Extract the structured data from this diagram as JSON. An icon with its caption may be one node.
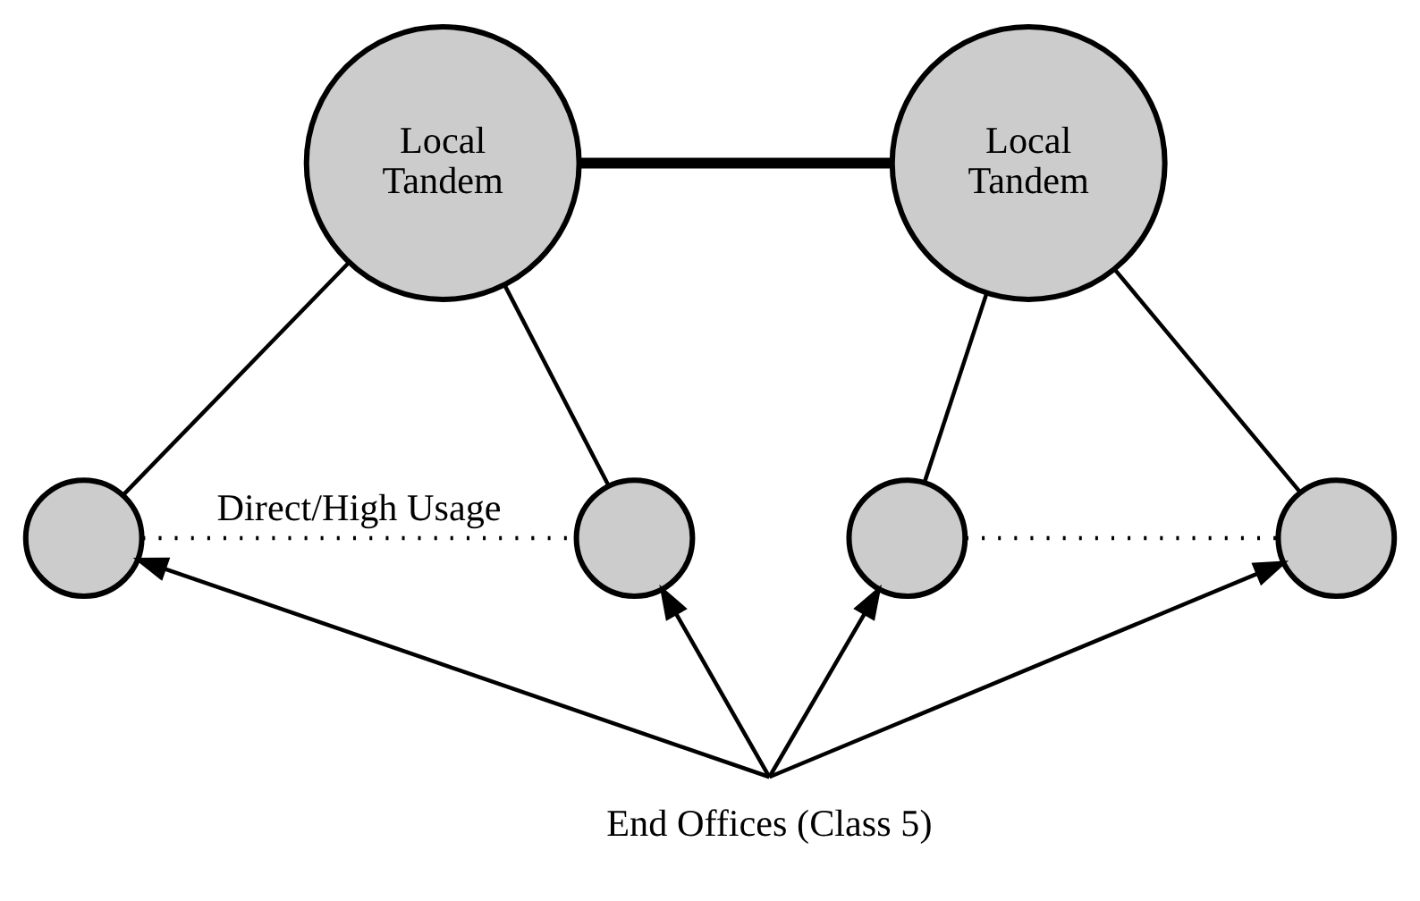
{
  "diagram": {
    "nodes": [
      {
        "text": [
          "Local Tandem"
        ]
      },
      {
        "text": [
          "Local Tandem"
        ]
      },
      {
        "text": [],
        "shape": "circle"
      },
      {
        "text": [],
        "shape": "circle"
      },
      {
        "text": [],
        "shape": "circle"
      },
      {
        "text": [],
        "shape": "circle"
      },
      {
        "text": [
          "End Offices (Class 5)"
        ]
      }
    ],
    "edges": [
      {
        "from": 0,
        "to": 1,
        "arrow": "none",
        "style": "thick"
      },
      {
        "from": 0,
        "to": 2,
        "arrow": "none"
      },
      {
        "from": 0,
        "to": 3,
        "arrow": "none"
      },
      {
        "from": 1,
        "to": 4,
        "arrow": "none"
      },
      {
        "from": 1,
        "to": 5,
        "arrow": "none"
      },
      {
        "from": 2,
        "to": 3,
        "arrow": "none",
        "style": "dashed",
        "label": "Direct/High Usage"
      },
      {
        "from": 4,
        "to": 5,
        "arrow": "none",
        "style": "dashed"
      },
      {
        "from": 6,
        "to": 2,
        "arrow": "to"
      },
      {
        "from": 6,
        "to": 3,
        "arrow": "to"
      },
      {
        "from": 6,
        "to": 4,
        "arrow": "to"
      },
      {
        "from": 6,
        "to": 5,
        "arrow": "to"
      }
    ]
  }
}
